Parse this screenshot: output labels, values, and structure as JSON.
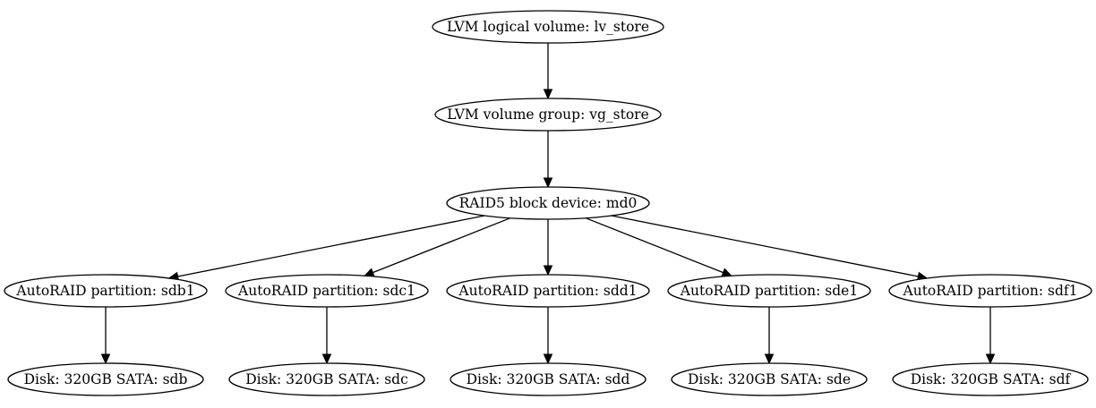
{
  "diagram": {
    "nodes": [
      {
        "id": "lv",
        "label": "LVM logical volume: lv_store"
      },
      {
        "id": "vg",
        "label": "LVM volume group: vg_store"
      },
      {
        "id": "md0",
        "label": "RAID5 block device: md0"
      },
      {
        "id": "sdb1",
        "label": "AutoRAID partition: sdb1"
      },
      {
        "id": "sdc1",
        "label": "AutoRAID partition: sdc1"
      },
      {
        "id": "sdd1",
        "label": "AutoRAID partition: sdd1"
      },
      {
        "id": "sde1",
        "label": "AutoRAID partition: sde1"
      },
      {
        "id": "sdf1",
        "label": "AutoRAID partition: sdf1"
      },
      {
        "id": "sdb",
        "label": "Disk: 320GB SATA: sdb"
      },
      {
        "id": "sdc",
        "label": "Disk: 320GB SATA: sdc"
      },
      {
        "id": "sdd",
        "label": "Disk: 320GB SATA: sdd"
      },
      {
        "id": "sde",
        "label": "Disk: 320GB SATA: sde"
      },
      {
        "id": "sdf",
        "label": "Disk: 320GB SATA: sdf"
      }
    ],
    "edges": [
      {
        "from": "lv",
        "to": "vg"
      },
      {
        "from": "vg",
        "to": "md0"
      },
      {
        "from": "md0",
        "to": "sdb1"
      },
      {
        "from": "md0",
        "to": "sdc1"
      },
      {
        "from": "md0",
        "to": "sdd1"
      },
      {
        "from": "md0",
        "to": "sde1"
      },
      {
        "from": "md0",
        "to": "sdf1"
      },
      {
        "from": "sdb1",
        "to": "sdb"
      },
      {
        "from": "sdc1",
        "to": "sdc"
      },
      {
        "from": "sdd1",
        "to": "sdd"
      },
      {
        "from": "sde1",
        "to": "sde"
      },
      {
        "from": "sdf1",
        "to": "sdf"
      }
    ]
  }
}
